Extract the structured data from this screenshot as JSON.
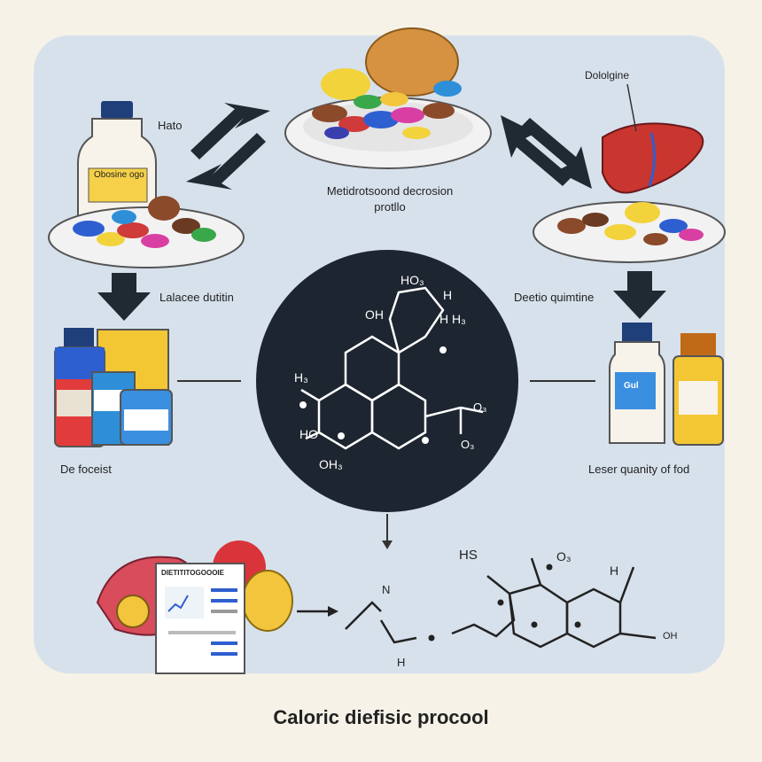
{
  "title": "Caloric diefisic procool",
  "labels": {
    "top_left_bottle": "Hato",
    "bottle_label": "Obosine ogo",
    "top_right": "Dololgine",
    "center_plate": "Metidrotsoond decrosion protllo",
    "left_middle": "Lalacee dutitin",
    "right_middle": "Deetio quimtine",
    "left_bottom": "De foceist",
    "right_bottom": "Leser quanity of fod",
    "right_bottle_label": "Gul",
    "chart_sheet": "DIETITITOGOOOIE"
  },
  "molecule": {
    "top1": "HO₃",
    "top2": "H",
    "oh_top": "OH",
    "h3": "H H₃",
    "left_h": "H₃",
    "left_ho": "HO",
    "bottom_oh": "OH₃",
    "right_o": "O₃",
    "right_o2": "O₃"
  },
  "molecule2": {
    "hs": "HS",
    "o": "O₃",
    "h_top": "H",
    "n": "N",
    "h_bottom": "H",
    "right_oh": "OH"
  },
  "colors": {
    "panel": "#d7e1ec",
    "background": "#f6f2e8",
    "circle": "#1d2530",
    "arrow": "#1f2a33"
  }
}
